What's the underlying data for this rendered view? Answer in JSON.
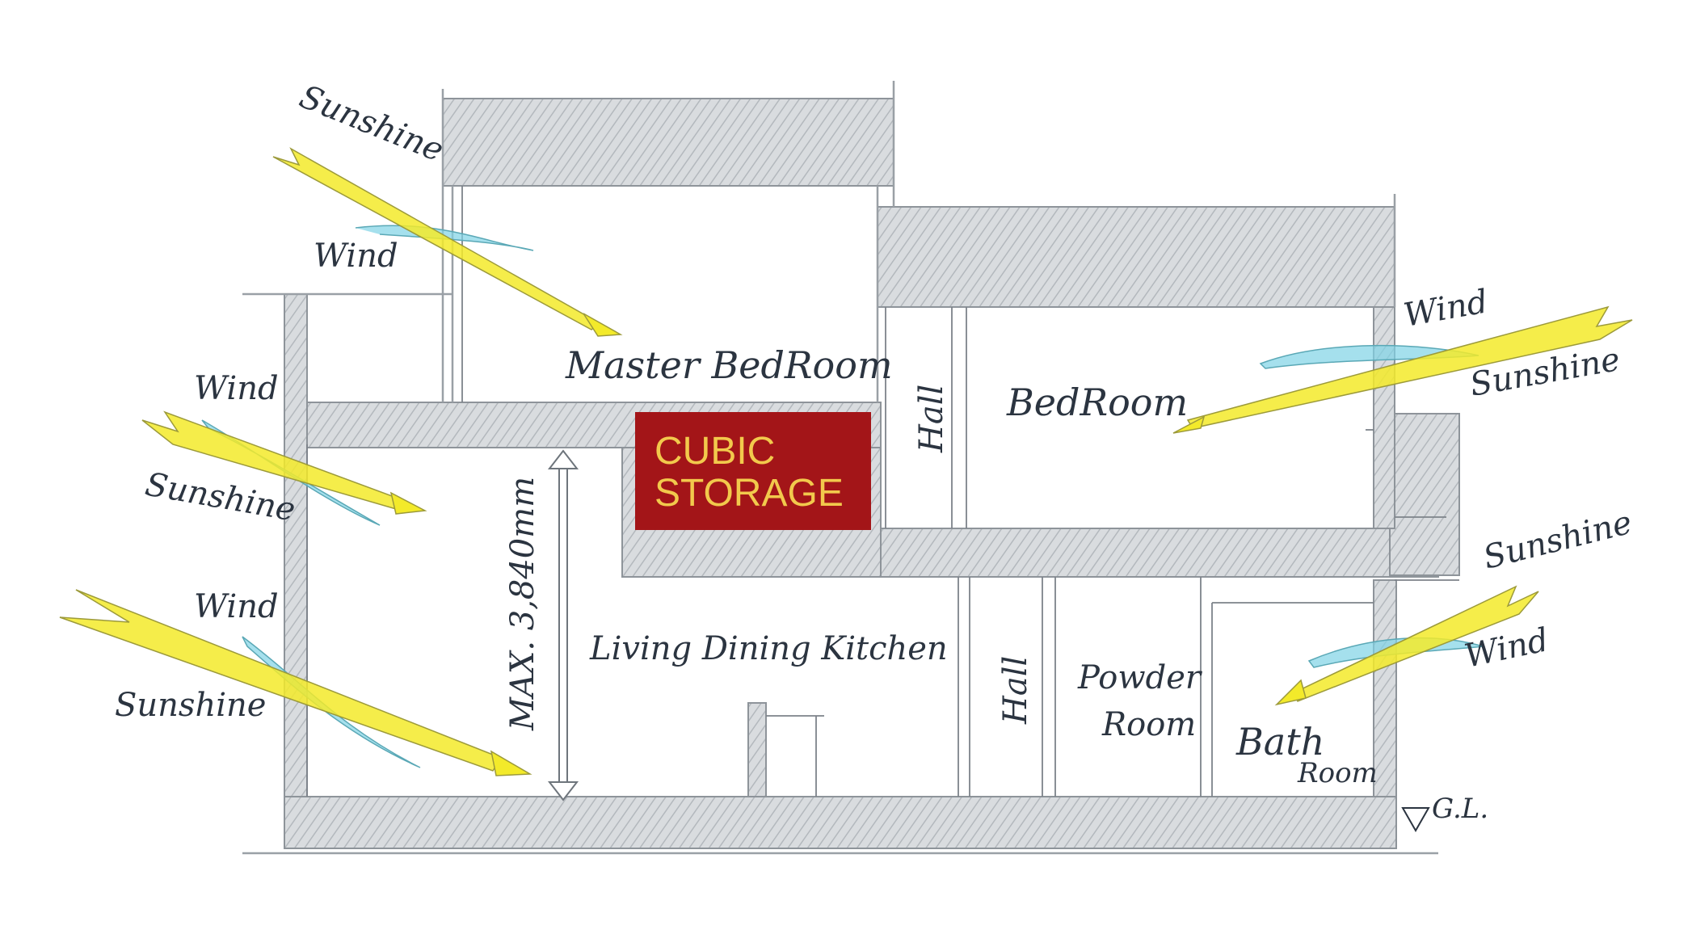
{
  "diagram": {
    "storage": {
      "line1": "CUBIC",
      "line2": "STORAGE",
      "fill": "#a31518",
      "text_color": "#f2c94c"
    },
    "rooms": {
      "master_bedroom": "Master BedRoom",
      "bedroom": "BedRoom",
      "hall_upper": "Hall",
      "living": "Living Dining Kitchen",
      "hall_lower": "Hall",
      "powder_1": "Powder",
      "powder_2": "Room",
      "bath_1": "Bath",
      "bath_2": "Room"
    },
    "dimension": "MAX. 3,840mm",
    "ground_level": "G.L.",
    "labels": {
      "sun_top_left": "Sunshine",
      "wind_top_left": "Wind",
      "wind_mid_left": "Wind",
      "sun_mid_left": "Sunshine",
      "wind_low_left": "Wind",
      "sun_low_left": "Sunshine",
      "wind_top_right": "Wind",
      "sun_top_right": "Sunshine",
      "sun_low_right": "Sunshine",
      "wind_low_right": "Wind"
    },
    "colors": {
      "sunshine": "#f3ea2a",
      "wind": "#7fd3e6",
      "wall_hatch": "#cfd3d6"
    }
  }
}
